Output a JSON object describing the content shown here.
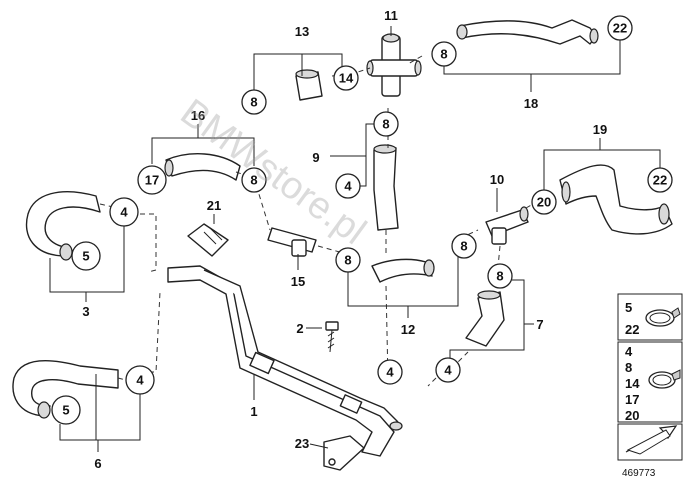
{
  "watermark": "BMWstore.pl",
  "callouts": {
    "c13": "13",
    "c11": "11",
    "c8_top": "8",
    "c22_tr": "22",
    "c8_tl": "8",
    "c14": "14",
    "c18": "18",
    "c16": "16",
    "c8_mid": "8",
    "c9": "9",
    "c4_mid": "4",
    "c17": "17",
    "c8_left": "8",
    "c21": "21",
    "c19": "19",
    "c10": "10",
    "c20": "20",
    "c22_r": "22",
    "c4_l1": "4",
    "c5_l1": "5",
    "c3": "3",
    "c15": "15",
    "c8_c": "8",
    "c8_cr": "8",
    "c8_r": "8",
    "c12": "12",
    "c7": "7",
    "c2": "2",
    "c1": "1",
    "c4_l2": "4",
    "c5_l2": "5",
    "c6": "6",
    "c4_b": "4",
    "c4_br": "4",
    "c23": "23"
  },
  "legend": {
    "group1": [
      "5",
      "22"
    ],
    "group2": [
      "4",
      "8",
      "14",
      "17",
      "20"
    ]
  },
  "ref_number": "469773"
}
